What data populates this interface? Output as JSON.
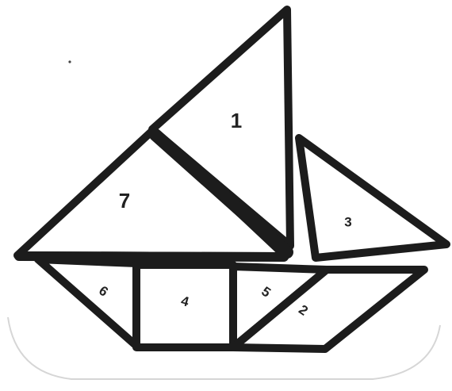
{
  "diagram": {
    "colors": {
      "outline": "#1c1c1c",
      "fill": "#ffffff",
      "label": "#222222",
      "background": "#ffffff"
    },
    "pieces": [
      {
        "id": "1",
        "label": "1",
        "shape": "large-triangle"
      },
      {
        "id": "7",
        "label": "7",
        "shape": "large-triangle"
      },
      {
        "id": "3",
        "label": "3",
        "shape": "medium-triangle"
      },
      {
        "id": "6",
        "label": "6",
        "shape": "small-triangle"
      },
      {
        "id": "4",
        "label": "4",
        "shape": "square"
      },
      {
        "id": "5",
        "label": "5",
        "shape": "small-triangle"
      },
      {
        "id": "2",
        "label": "2",
        "shape": "parallelogram"
      }
    ]
  }
}
